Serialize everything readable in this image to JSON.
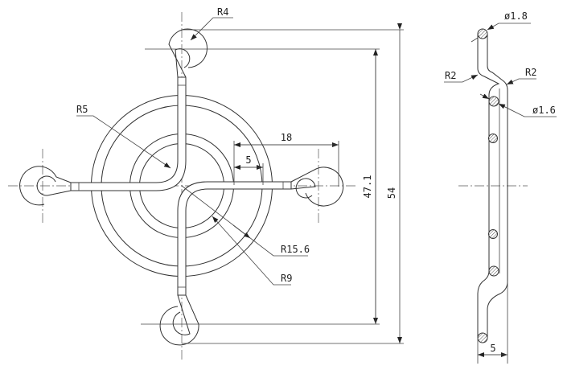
{
  "front_view": {
    "labels": {
      "r4": "R4",
      "r5": "R5",
      "r15_6": "R15.6",
      "r9": "R9",
      "dim_18": "18",
      "dim_5": "5",
      "dim_47_1": "47.1",
      "dim_54": "54"
    }
  },
  "side_view": {
    "labels": {
      "dia_1_8": "ø1.8",
      "r2_left": "R2",
      "r2_right": "R2",
      "dia_1_6": "ø1.6",
      "dim_5": "5"
    }
  }
}
